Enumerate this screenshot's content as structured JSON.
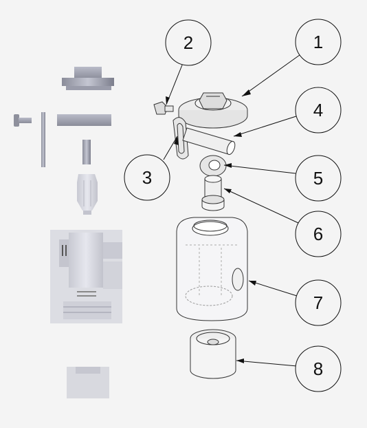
{
  "balloons": [
    {
      "label": "1"
    },
    {
      "label": "2"
    },
    {
      "label": "3"
    },
    {
      "label": "4"
    },
    {
      "label": "5"
    },
    {
      "label": "6"
    },
    {
      "label": "7"
    },
    {
      "label": "8"
    }
  ]
}
